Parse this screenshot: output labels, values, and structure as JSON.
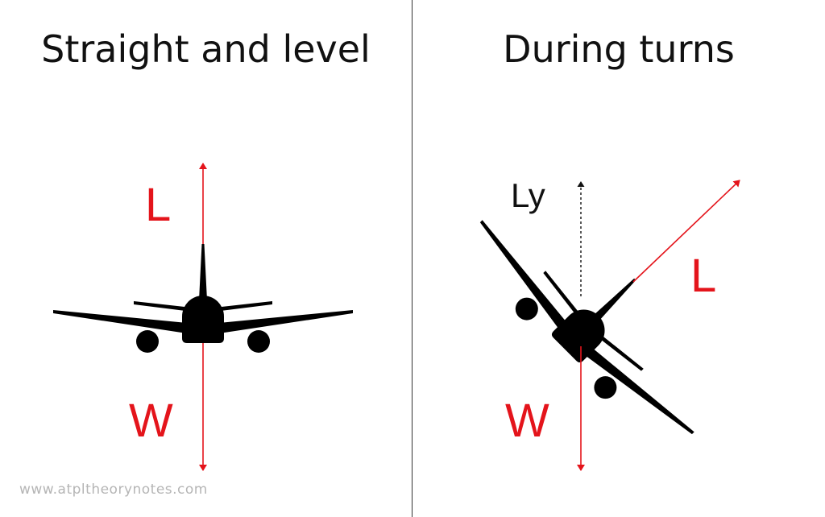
{
  "panels": {
    "left": {
      "title": "Straight and level",
      "lift_label": "L",
      "weight_label": "W"
    },
    "right": {
      "title": "During turns",
      "vertical_lift_label": "Ly",
      "lift_label": "L",
      "weight_label": "W"
    }
  },
  "watermark": "www.atpltheorynotes.com",
  "colors": {
    "force_red": "#e4141b",
    "aircraft": "#000000",
    "text": "#111111"
  },
  "icons": {
    "aircraft": "airplane-front-view-icon"
  }
}
